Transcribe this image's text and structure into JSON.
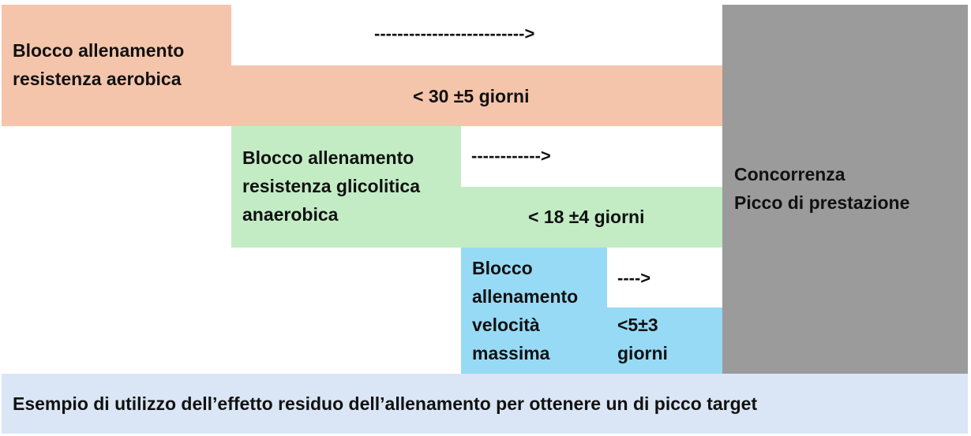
{
  "colors": {
    "aerobic": "#f5c5ab",
    "glycolytic": "#c3ecc5",
    "speed": "#97daf5",
    "peak": "#9b9b9b",
    "caption_bg": "#dae6f5"
  },
  "blocks": {
    "aerobic": {
      "label_line1": "Blocco allenamento",
      "label_line2": "resistenza aerobica",
      "arrow": "-------------------------->",
      "duration": "< 30 ±5 giorni"
    },
    "glycolytic": {
      "label_line1": "Blocco allenamento",
      "label_line2": "resistenza  glicolitica",
      "label_line3": "anaerobica",
      "arrow": "------------>",
      "duration": "< 18 ±4 giorni"
    },
    "speed": {
      "label_line1": "Blocco",
      "label_line2": "allenamento",
      "label_line3": "velocità",
      "label_line4": "massima",
      "arrow": "---->",
      "duration_line1": "<5±3",
      "duration_line2": "giorni"
    }
  },
  "peak": {
    "line1": "Concorrenza",
    "line2": "Picco di prestazione"
  },
  "caption": "Esempio di utilizzo dell’effetto residuo dell’allenamento per ottenere un di picco target"
}
